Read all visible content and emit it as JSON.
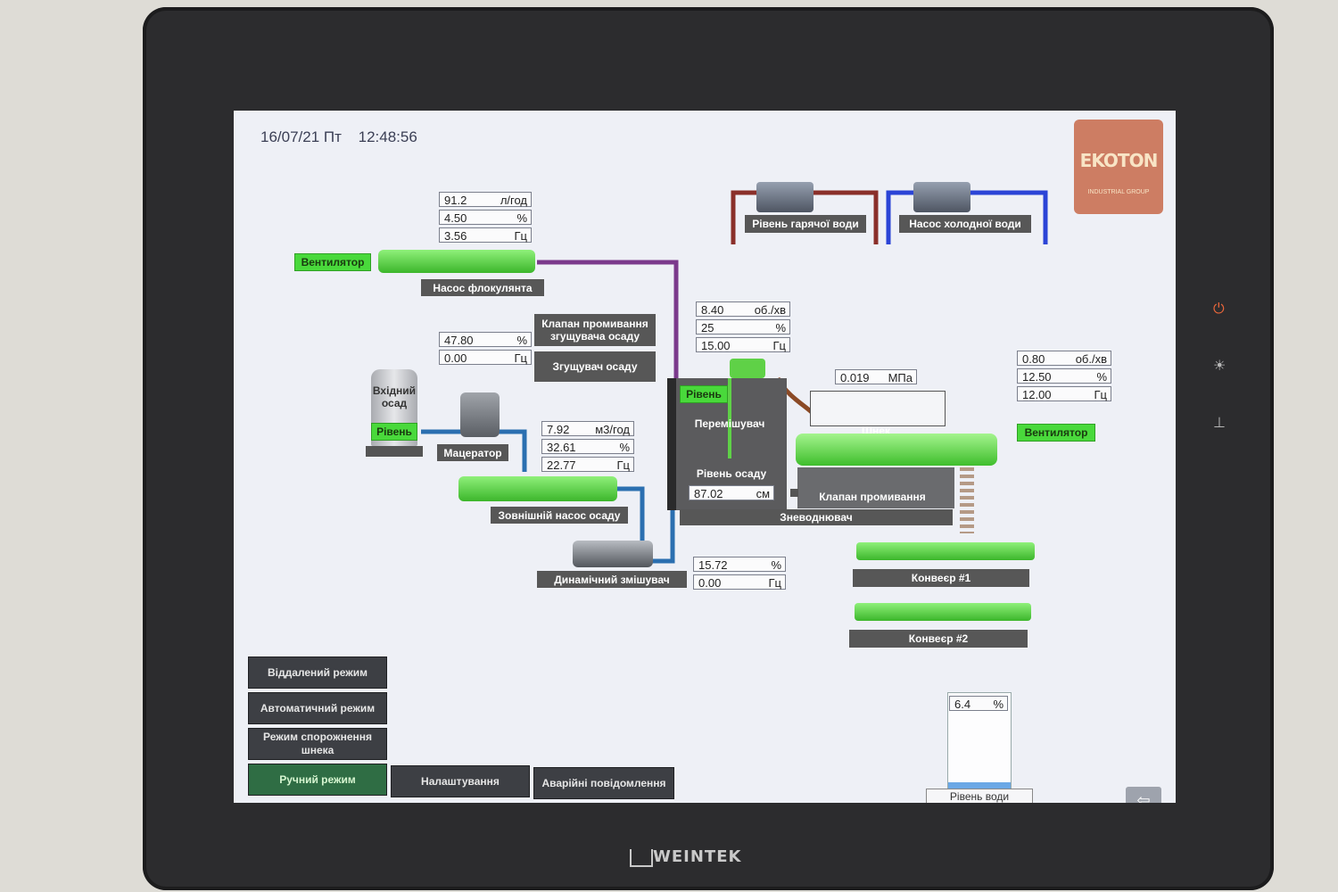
{
  "device": {
    "brand": "WEINTEK"
  },
  "header": {
    "date": "16/07/21 Пт",
    "time": "12:48:56"
  },
  "logo": {
    "name": "EKOTON",
    "tagline": "INDUSTRIAL GROUP"
  },
  "colors": {
    "equipment": "#5fd147",
    "label_bg": "#575757",
    "accent_green": "#49d93b",
    "pipe_purple": "#7b3a8c",
    "pipe_blue": "#2b6fb0",
    "pipe_red": "#8a2f2a",
    "pipe_blueline": "#2b44d6"
  },
  "floc_pump": {
    "flow": "91.2",
    "flow_unit": "л/год",
    "pct": "4.50",
    "pct_unit": "%",
    "freq": "3.56",
    "freq_unit": "Гц",
    "label": "Насос флокулянта",
    "fan_label": "Вентилятор"
  },
  "hot_water": {
    "label": "Рівень гарячої води"
  },
  "cold_water": {
    "label": "Насос холодної води"
  },
  "thickener_valve": {
    "label": "Клапан промивання згущувача осаду"
  },
  "thickener": {
    "pct": "47.80",
    "pct_unit": "%",
    "freq": "0.00",
    "freq_unit": "Гц",
    "label": "Згущувач осаду"
  },
  "mixer": {
    "rpm": "8.40",
    "rpm_unit": "об./хв",
    "pct": "25",
    "pct_unit": "%",
    "freq": "15.00",
    "freq_unit": "Гц",
    "level_label": "Рівень",
    "label": "Перемішувач",
    "sludge_level_label": "Рівень осаду",
    "sludge_level": "87.02",
    "sludge_level_unit": "см"
  },
  "screw": {
    "pressure": "0.019",
    "pressure_unit": "МПа",
    "label": "Шнек",
    "wash_valve": "Клапан промивання",
    "dewaterer": "Зневоднювач"
  },
  "screw_drive": {
    "rpm": "0.80",
    "rpm_unit": "об./хв",
    "pct": "12.50",
    "pct_unit": "%",
    "freq": "12.00",
    "freq_unit": "Гц",
    "fan_label": "Вентилятор"
  },
  "inlet": {
    "label": "Вхідний осад",
    "level_label": "Рівень"
  },
  "macerator": {
    "label": "Мацератор"
  },
  "ext_pump": {
    "flow": "7.92",
    "flow_unit": "м3/год",
    "pct": "32.61",
    "pct_unit": "%",
    "freq": "22.77",
    "freq_unit": "Гц",
    "label": "Зовнішній насос осаду"
  },
  "dyn_mixer": {
    "label": "Динамічний змішувач",
    "pct": "15.72",
    "pct_unit": "%",
    "freq": "0.00",
    "freq_unit": "Гц"
  },
  "conveyor1": {
    "label": "Конвеєр #1"
  },
  "conveyor2": {
    "label": "Конвеєр #2"
  },
  "water_level": {
    "value": "6.4",
    "unit": "%",
    "fill_fraction": 0.064,
    "label": "Рівень води"
  },
  "modes": {
    "remote": "Віддалений режим",
    "auto": "Автоматичний режим",
    "empty": "Режим спорожнення шнека",
    "manual": "Ручний режим"
  },
  "nav": {
    "settings": "Налаштування",
    "alarms": "Аварійні повідомлення"
  }
}
